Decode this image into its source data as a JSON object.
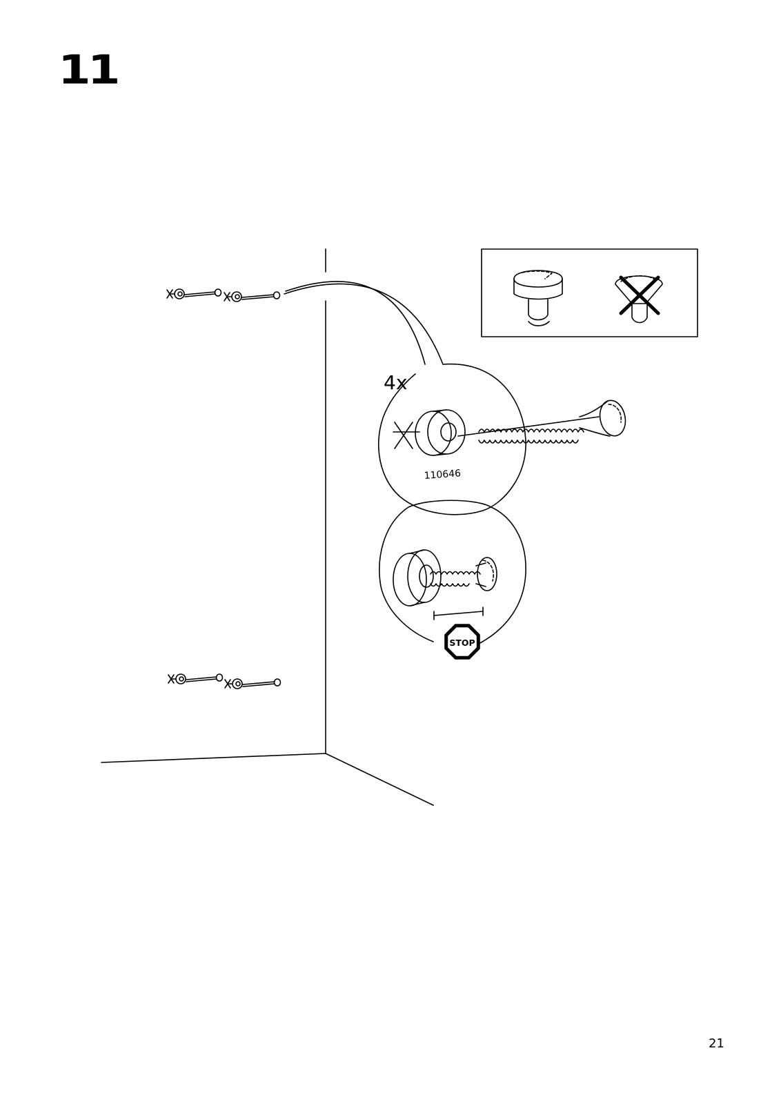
{
  "step": {
    "number": "11"
  },
  "callout": {
    "quantity": "4x",
    "part_number": "110646"
  },
  "warning": {
    "stop_label": "STOP"
  },
  "footer": {
    "page_number": "21"
  },
  "icons": [
    "screw-head-correct-icon",
    "screw-head-incorrect-icon",
    "stop-sign-icon"
  ],
  "colors": {
    "ink": "#000000",
    "paper": "#ffffff"
  }
}
